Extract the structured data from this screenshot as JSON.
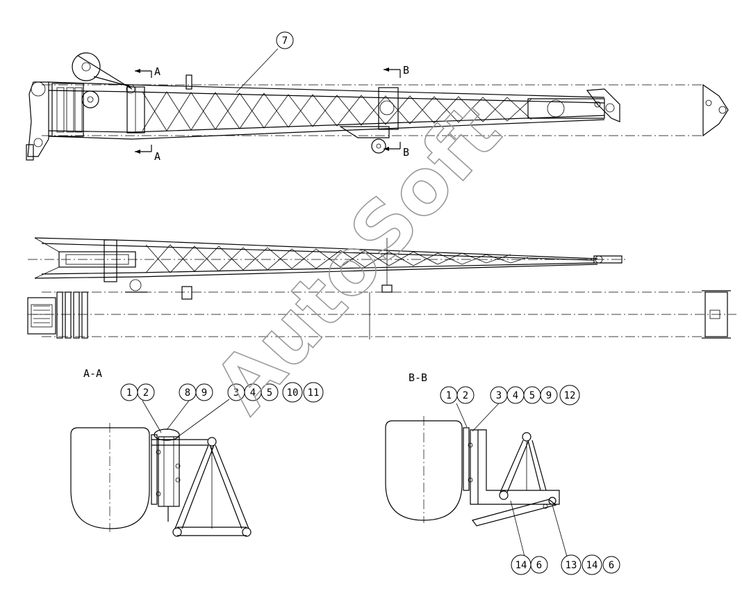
{
  "watermark": "AutoSoft",
  "section_cuts": {
    "a_top": "A",
    "a_bottom": "A",
    "b_top": "B",
    "b_bottom": "B"
  },
  "section_titles": {
    "aa": "A-A",
    "bb": "B-B"
  },
  "callouts": {
    "top": [
      "7"
    ],
    "aa": [
      "1",
      "2",
      "8",
      "9",
      "3",
      "4",
      "5",
      "10",
      "11"
    ],
    "bb": [
      "1",
      "2",
      "3",
      "4",
      "5",
      "9",
      "12"
    ],
    "bb_bottom_left": [
      "14",
      "6"
    ],
    "bb_bottom_right": [
      "13",
      "14",
      "6"
    ]
  }
}
